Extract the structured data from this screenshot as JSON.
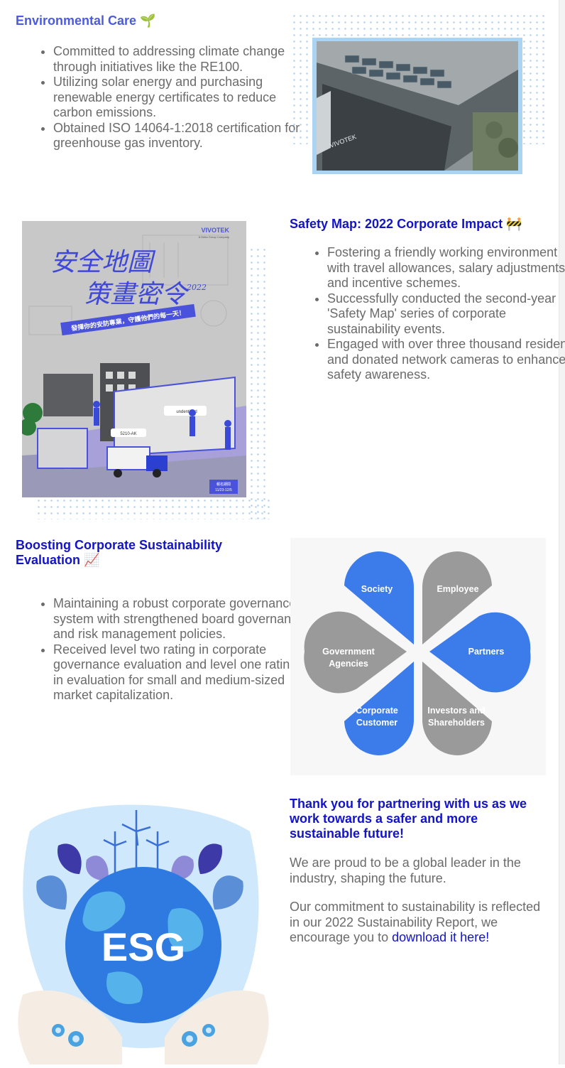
{
  "section1": {
    "heading": "Environmental Care 🌱",
    "bullets": [
      "Committed to addressing climate change through initiatives like the RE100.",
      "Utilizing solar energy and purchasing renewable energy certificates to reduce carbon emissions.",
      "Obtained ISO 14064-1:2018 certification for greenhouse gas inventory."
    ],
    "image": {
      "logo_text": "VIVOTEK"
    }
  },
  "section2": {
    "heading": "Safety Map: 2022 Corporate Impact 🚧",
    "bullets": [
      "Fostering a friendly working environment with travel allowances, salary adjustments, and incentive schemes.",
      "Successfully conducted the second-year 'Safety Map' series of corporate sustainability events.",
      "Engaged with over three thousand residents and donated network cameras to enhance safety awareness."
    ],
    "poster": {
      "brand": "VIVOTEK",
      "brand_sub": "A Delta Group Company",
      "title_line1": "安全地圖",
      "title_line2": "策畫密令",
      "year": "2022",
      "tagline": "發揮你的安防專業，守護他們的每一天！",
      "tag_unidentified": "undentified",
      "tag_plate": "5210-AK",
      "signup": "報名期間",
      "signup_dates": "11/23-12/5"
    }
  },
  "section3": {
    "heading": "Boosting Corporate Sustainability Evaluation 📈",
    "bullets": [
      "Maintaining a robust corporate governance system with strengthened board governance and risk management policies.",
      "Received level two rating in corporate governance evaluation and level one rating in evaluation for small and medium-sized market capitalization."
    ],
    "petals": [
      {
        "label": "Society",
        "color": "#3b7bea"
      },
      {
        "label": "Employee",
        "color": "#9a9a9a"
      },
      {
        "label": "Partners",
        "color": "#3b7bea"
      },
      {
        "label": "Investors and Shareholders",
        "color": "#9a9a9a"
      },
      {
        "label": "Corporate Customer",
        "color": "#3b7bea"
      },
      {
        "label": "Government Agencies",
        "color": "#9a9a9a"
      }
    ]
  },
  "section4": {
    "heading": "Thank you for partnering with us as we work towards a safer and more sustainable future!",
    "para1": "We are proud to be a global leader in the industry, shaping the future.",
    "para2_text": "Our commitment to sustainability is reflected in our 2022 Sustainability Report, we encourage you to ",
    "para2_link": "download it here!",
    "esg_label": "ESG"
  },
  "colors": {
    "heading_periwinkle": "#4c5ae0",
    "heading_navy": "#1313c8",
    "body_text": "#6b6b6b",
    "petal_blue": "#3b7bea",
    "petal_gray": "#9a9a9a"
  }
}
